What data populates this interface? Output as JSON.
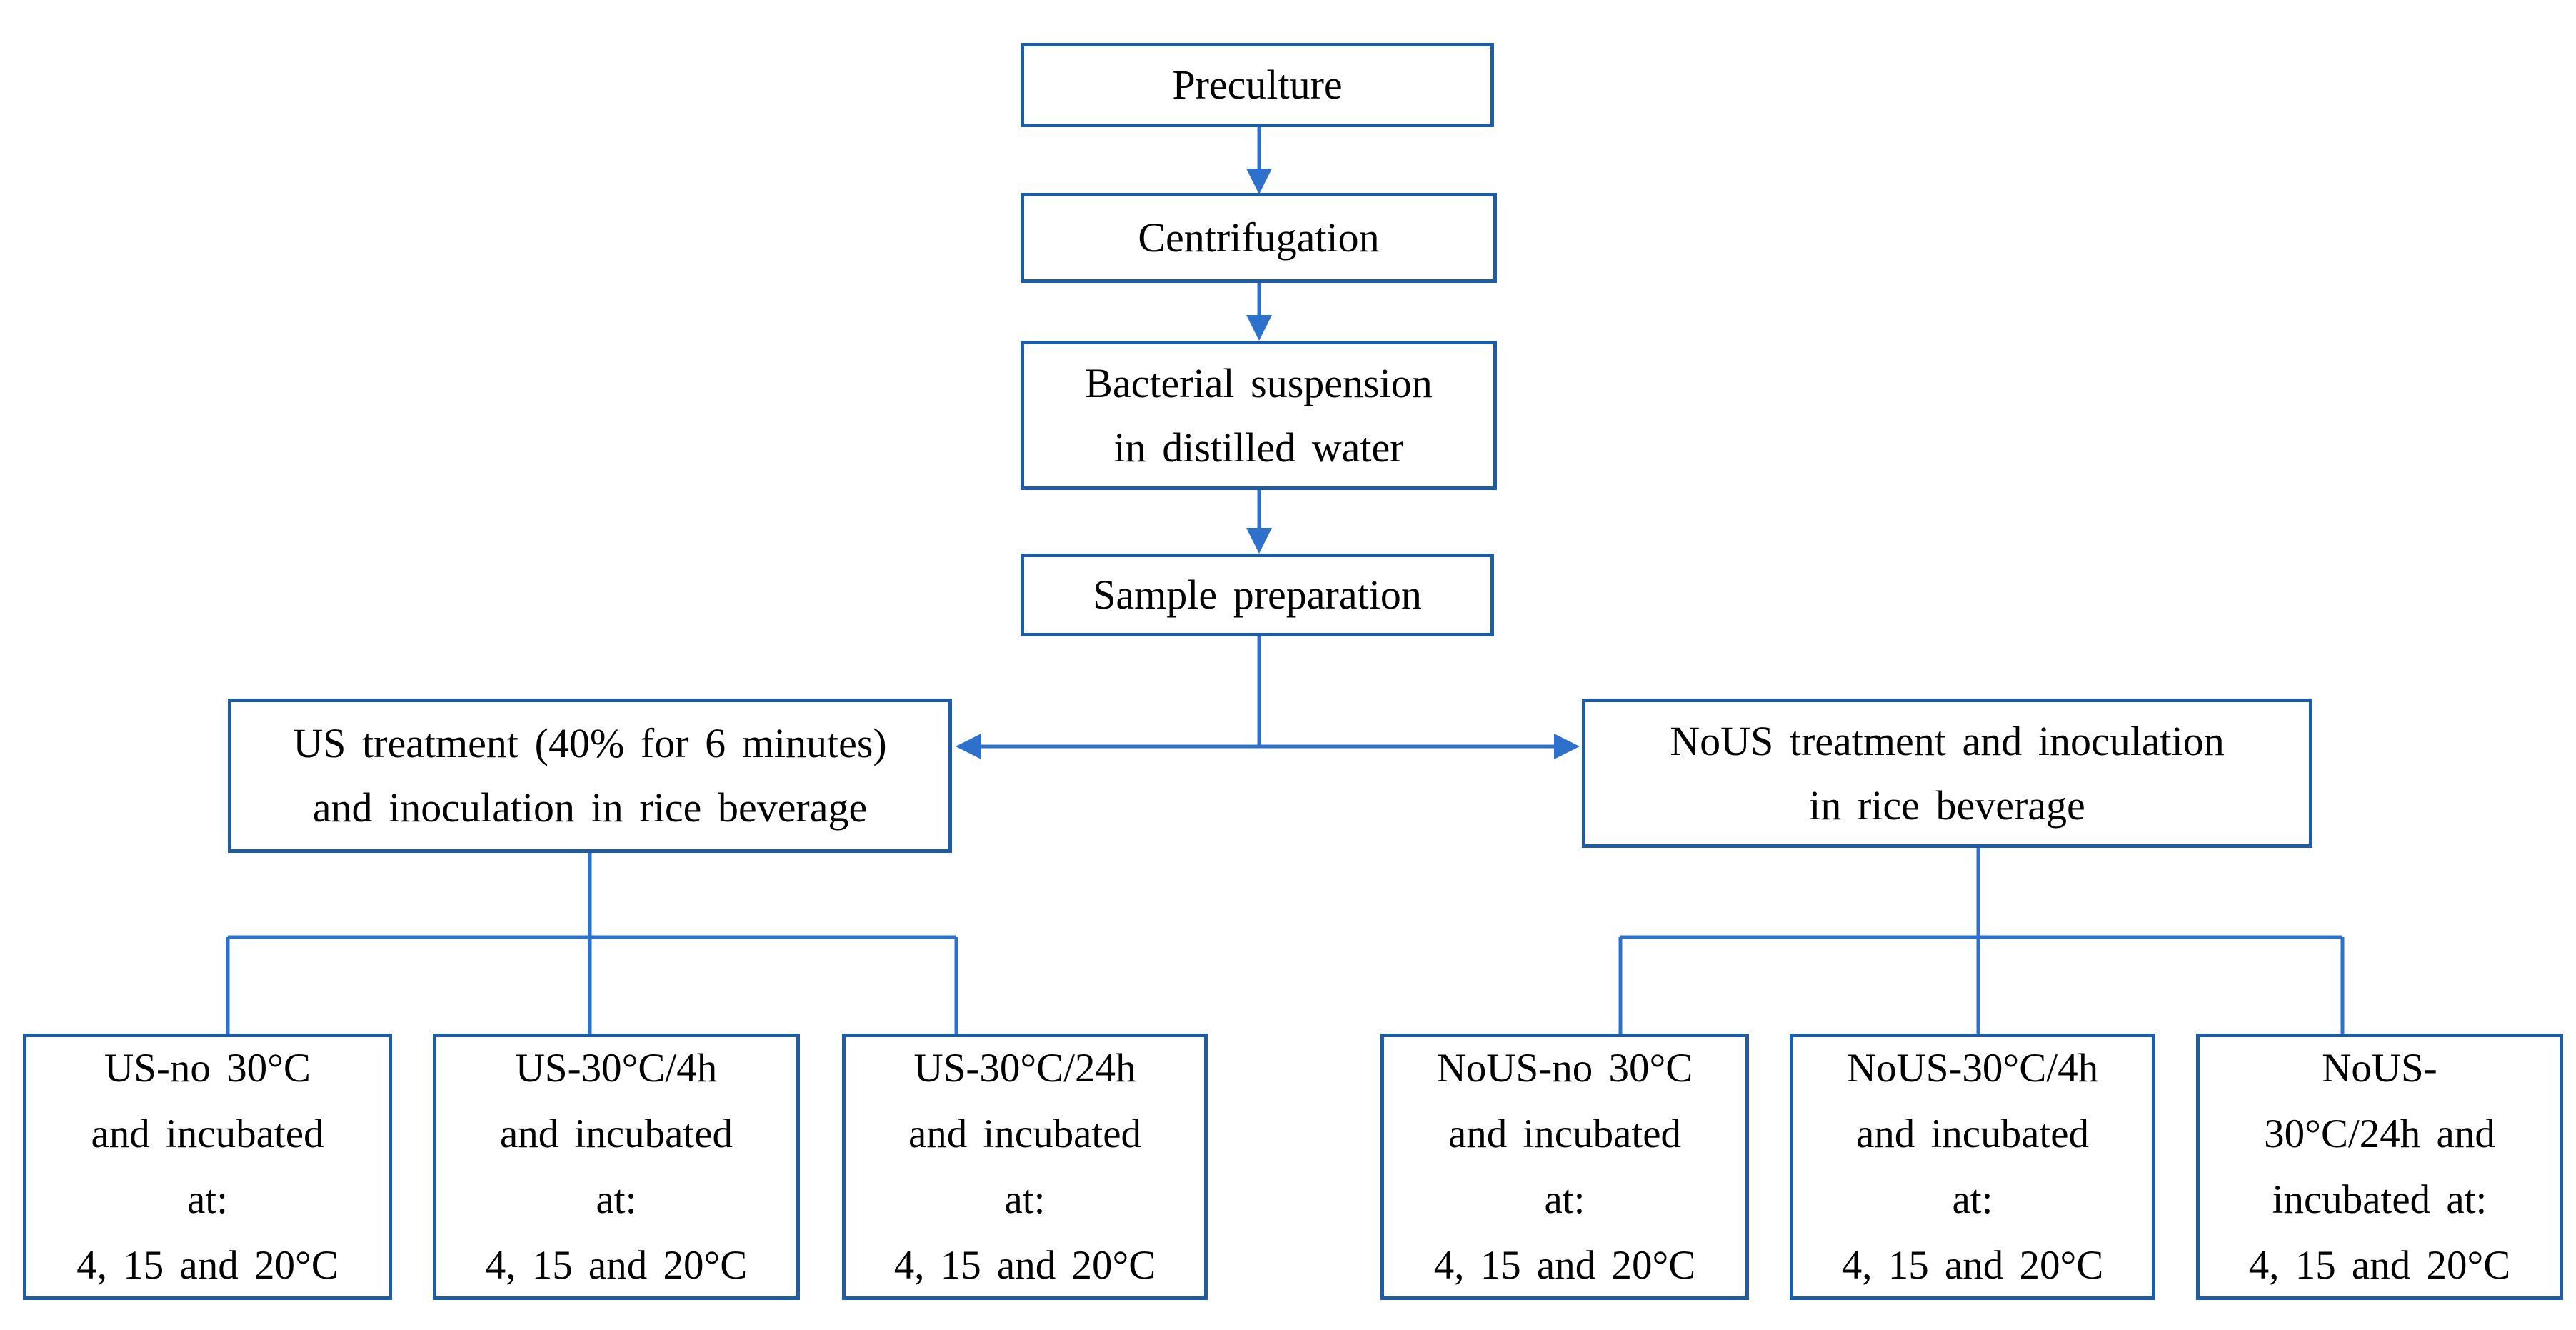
{
  "diagram": {
    "type": "flowchart",
    "colors": {
      "box_border": "#1e5ca8",
      "connector": "#2e71cc",
      "background": "#ffffff",
      "text": "#000000"
    },
    "process_chain": [
      {
        "label": "Preculture"
      },
      {
        "label": "Centrifugation"
      },
      {
        "label": "Bacterial suspension\nin distilled water"
      },
      {
        "label": "Sample preparation"
      }
    ],
    "branches": [
      {
        "label": "US treatment (40% for 6 minutes)\nand inoculation in rice beverage",
        "children": [
          {
            "label": "US-no 30°C\nand incubated\nat:\n4, 15 and 20°C"
          },
          {
            "label": "US-30°C/4h\nand incubated\nat:\n4, 15 and 20°C"
          },
          {
            "label": "US-30°C/24h\nand incubated\nat:\n4, 15 and 20°C"
          }
        ]
      },
      {
        "label": "NoUS treatment and inoculation\nin rice beverage",
        "children": [
          {
            "label": "NoUS-no 30°C\nand incubated\nat:\n4, 15 and 20°C"
          },
          {
            "label": "NoUS-30°C/4h\nand incubated\nat:\n4, 15 and 20°C"
          },
          {
            "label": "NoUS-\n30°C/24h and\nincubated at:\n4, 15 and 20°C"
          }
        ]
      }
    ]
  }
}
